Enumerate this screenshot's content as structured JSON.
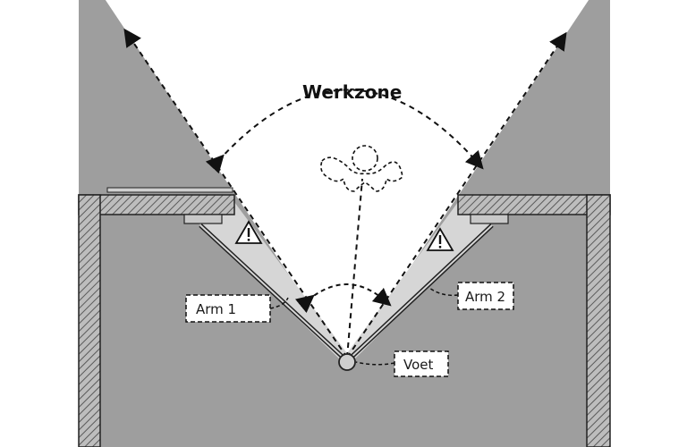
{
  "diagram": {
    "title": "Werkzone",
    "labels": {
      "arm1": "Arm 1",
      "arm2": "Arm 2",
      "foot": "Voet"
    },
    "icons": {
      "warning_left": "warning-triangle-icon",
      "warning_right": "warning-triangle-icon",
      "person": "person-outline-icon"
    },
    "colors": {
      "wall_gray": "#9e9e9e",
      "hatch": "#6b6b6b",
      "zone_white": "#ffffff",
      "arm_shade": "#d6d6d6",
      "stroke": "#222222"
    }
  }
}
